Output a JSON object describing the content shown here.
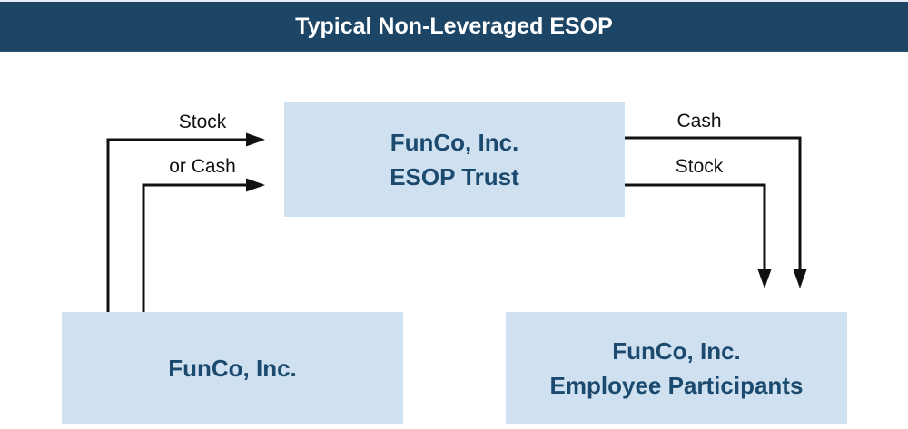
{
  "title": "Typical Non-Leveraged ESOP",
  "colors": {
    "header_bg": "#1d4565",
    "box_bg": "#cfe0f0",
    "box_text": "#1c4a6e",
    "arrow": "#111111",
    "title_text": "#ffffff"
  },
  "boxes": {
    "esop_trust": {
      "line1": "FunCo, Inc.",
      "line2": "ESOP Trust"
    },
    "company": {
      "line1": "FunCo, Inc."
    },
    "employees": {
      "line1": "FunCo, Inc.",
      "line2": "Employee Participants"
    }
  },
  "flows": {
    "company_to_trust_stock": "Stock",
    "company_to_trust_or_cash": "or Cash",
    "trust_to_employees_cash": "Cash",
    "trust_to_employees_stock": "Stock"
  }
}
